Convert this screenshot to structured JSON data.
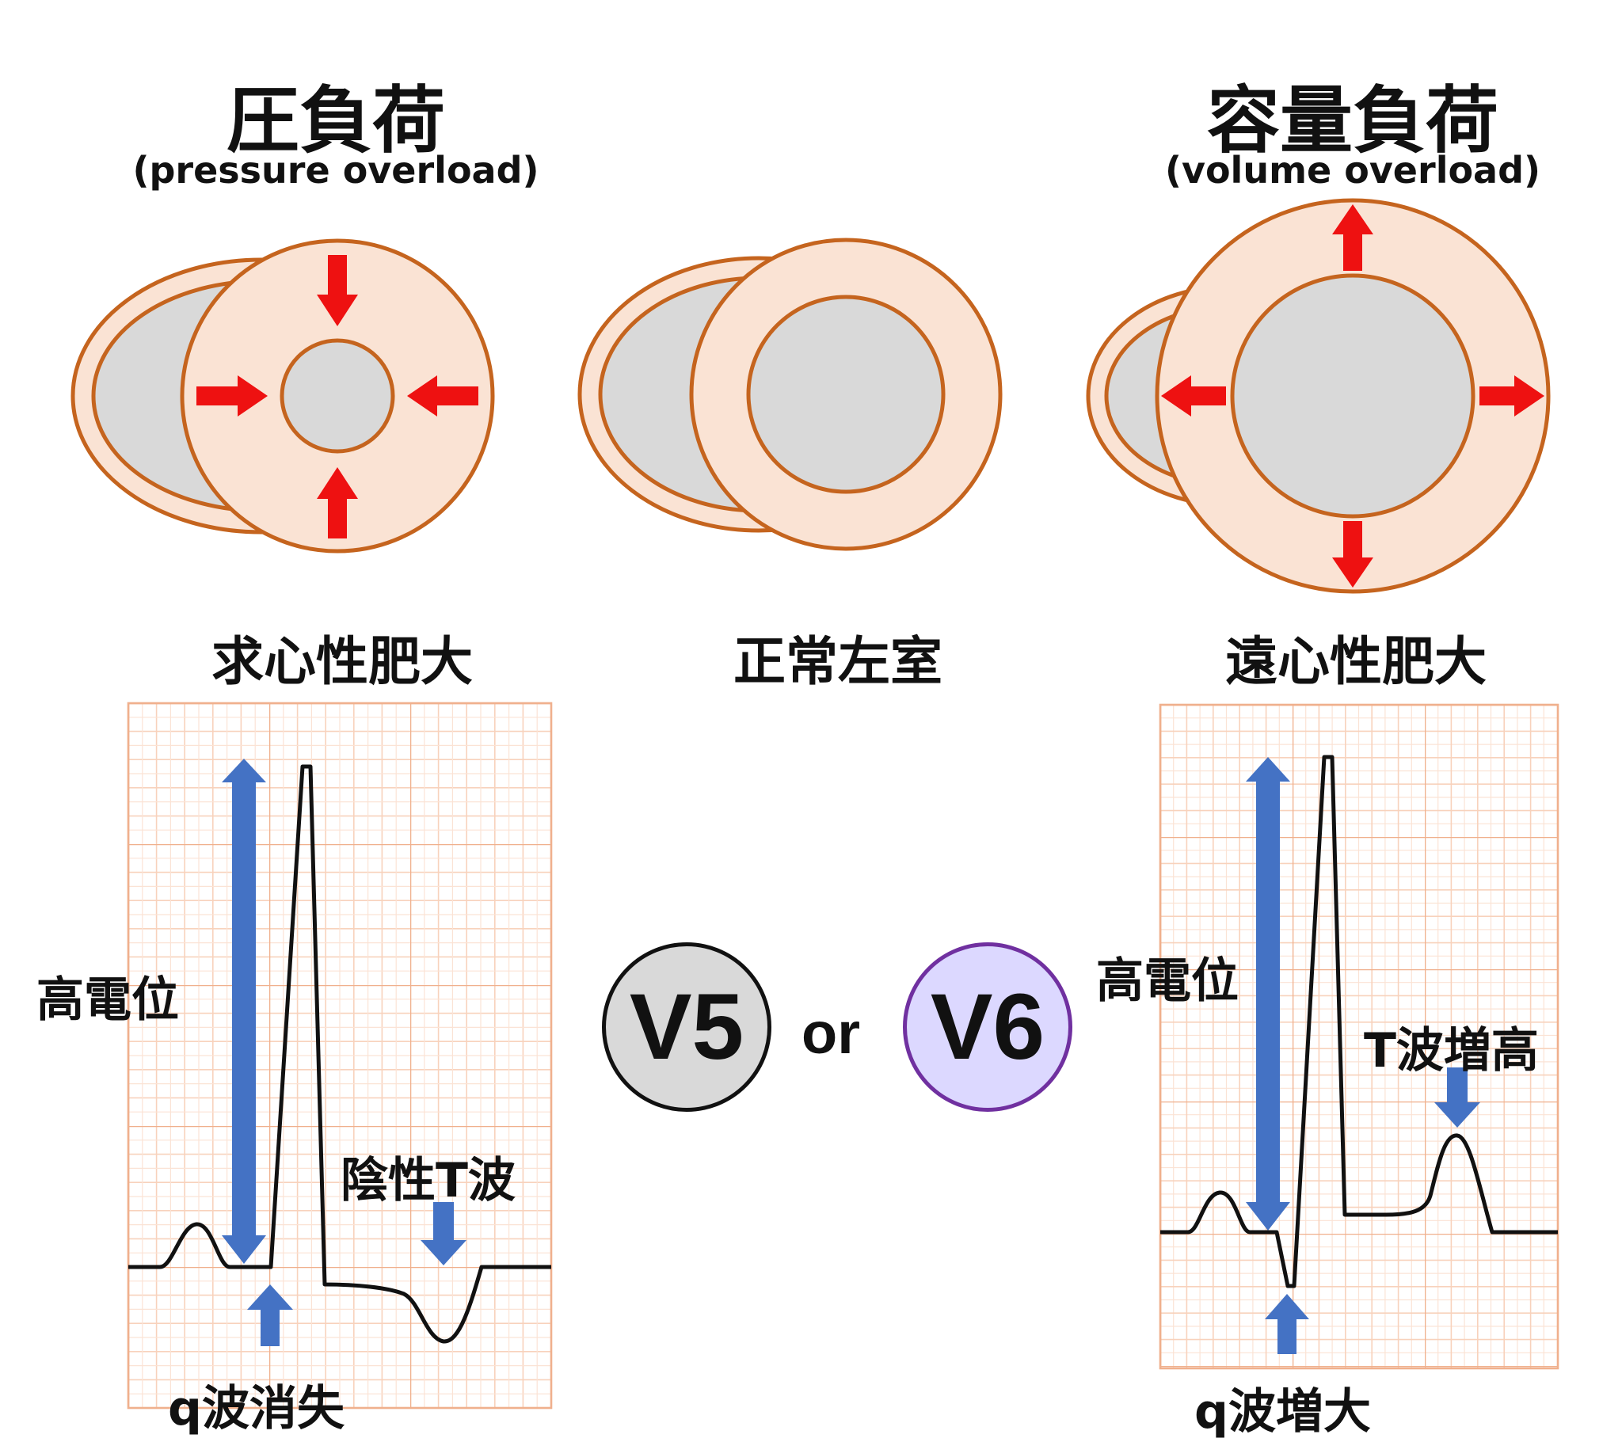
{
  "left": {
    "title": "圧負荷",
    "subtitle": "(pressure overload)",
    "caption": "求心性肥大",
    "ecg": {
      "amplitude_label": "高電位",
      "t_label": "陰性T波",
      "q_label": "q波消失"
    }
  },
  "center": {
    "caption": "正常左室",
    "lead_a": "V5",
    "or_word": "or",
    "lead_b": "V6"
  },
  "right": {
    "title": "容量負荷",
    "subtitle": "(volume overload)",
    "caption": "遠心性肥大",
    "ecg": {
      "amplitude_label": "高電位",
      "t_label": "T波増高",
      "q_label": "q波増大"
    }
  },
  "colors": {
    "wall_fill": "#fae3d4",
    "wall_stroke": "#c5641e",
    "cavity": "#d9d9d9",
    "red_arrow": "#ee1111",
    "blue_arrow": "#4472c4",
    "grid_major": "#f2b896",
    "grid_minor": "#f8d5c0",
    "v5_fill": "#d9d9d9",
    "v6_fill": "#dcd8ff",
    "v6_border": "#7030a0"
  }
}
